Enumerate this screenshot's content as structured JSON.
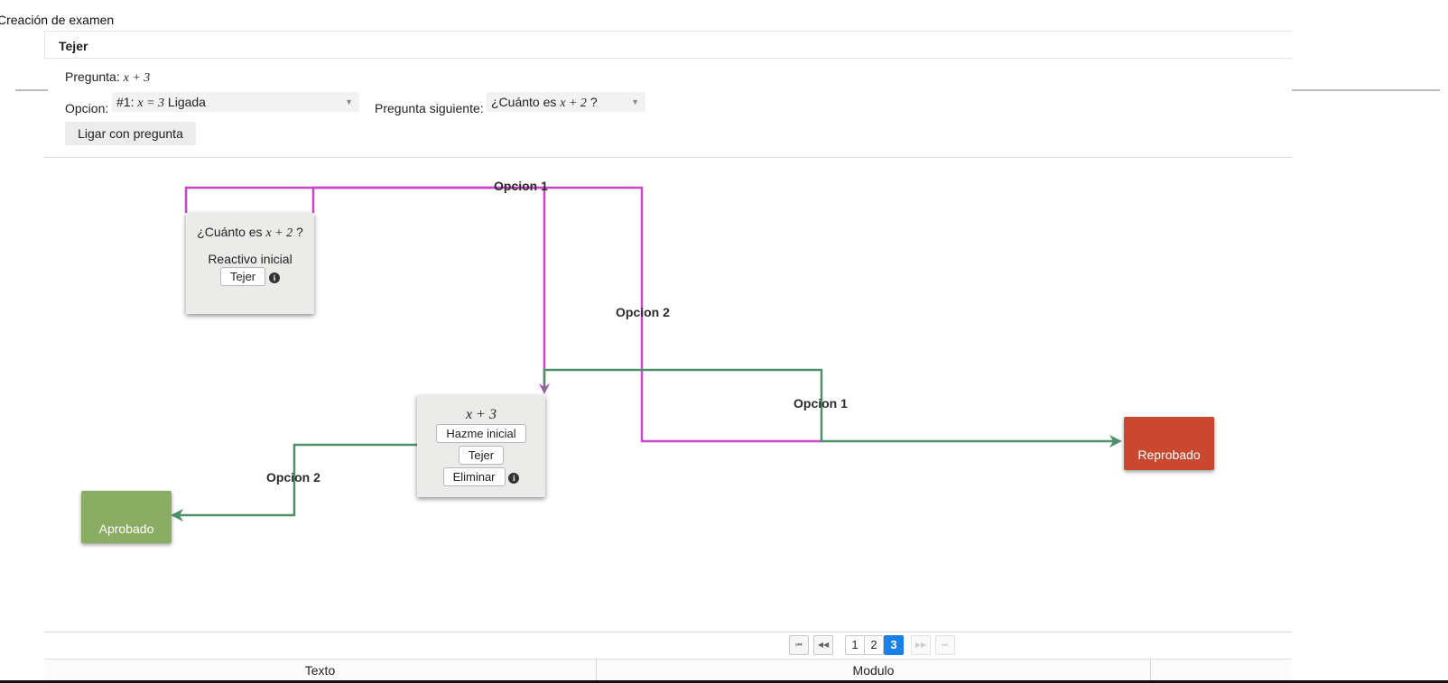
{
  "page": {
    "title": "Creación de examen",
    "section_tab": "Tejer"
  },
  "form": {
    "pregunta_label": "Pregunta:",
    "pregunta_math": "x + 3",
    "opcion_label": "Opcion:",
    "opcion_value_prefix": "#1:",
    "opcion_value_math": "x = 3",
    "opcion_value_suffix": "Ligada",
    "siguiente_label": "Pregunta siguiente:",
    "siguiente_value_prefix": "¿Cuánto es",
    "siguiente_value_math": "x + 2",
    "siguiente_value_suffix": "?",
    "link_button": "Ligar con pregunta"
  },
  "diagram": {
    "node_top": {
      "question_prefix": "¿Cuánto es",
      "question_math": "x + 2",
      "question_suffix": "?",
      "subtitle": "Reactivo inicial",
      "tejer_button": "Tejer"
    },
    "node_mid": {
      "question_math": "x + 3",
      "hazme_button": "Hazme inicial",
      "tejer_button": "Tejer",
      "eliminar_button": "Eliminar"
    },
    "result_pass": "Aprobado",
    "result_fail": "Reprobado",
    "edge_labels": {
      "top_opcion1": "Opcion 1",
      "top_opcion2": "Opcion 2",
      "mid_opcion1": "Opcion 1",
      "mid_opcion2": "Opcion 2"
    },
    "colors": {
      "magenta_edges": "#cc44cc",
      "green_edges": "#4e9168",
      "aprobado": "#8aac63",
      "reprobado": "#c9482f"
    }
  },
  "pagination": {
    "first_icon": "first-page-icon",
    "prev_icon": "prev-page-icon",
    "pages": [
      "1",
      "2",
      "3"
    ],
    "active_page": "3",
    "next_icon": "next-page-icon",
    "last_icon": "last-page-icon"
  },
  "table": {
    "columns": [
      "Texto",
      "Modulo"
    ]
  }
}
